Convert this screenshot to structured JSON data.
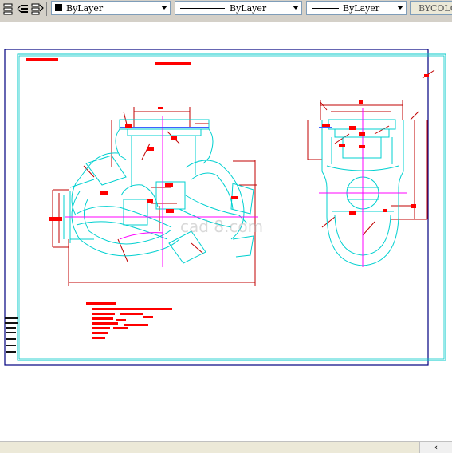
{
  "toolbar": {
    "layer_combo": {
      "value": "ByLayer",
      "swatch": "#000000"
    },
    "linetype_combo": {
      "value": "ByLayer"
    },
    "lineweight_combo": {
      "value": "ByLayer"
    },
    "plotstyle_combo": {
      "value": "BYCOLOR"
    }
  },
  "drawing": {
    "watermark": "cad 8.com",
    "colors": {
      "frame": "#000080",
      "geometry": "#00e0e0",
      "dimension": "#c00000",
      "text": "#ff0000",
      "centerline": "#ff00ff"
    }
  },
  "scrollbar": {
    "left_arrow": "‹"
  }
}
